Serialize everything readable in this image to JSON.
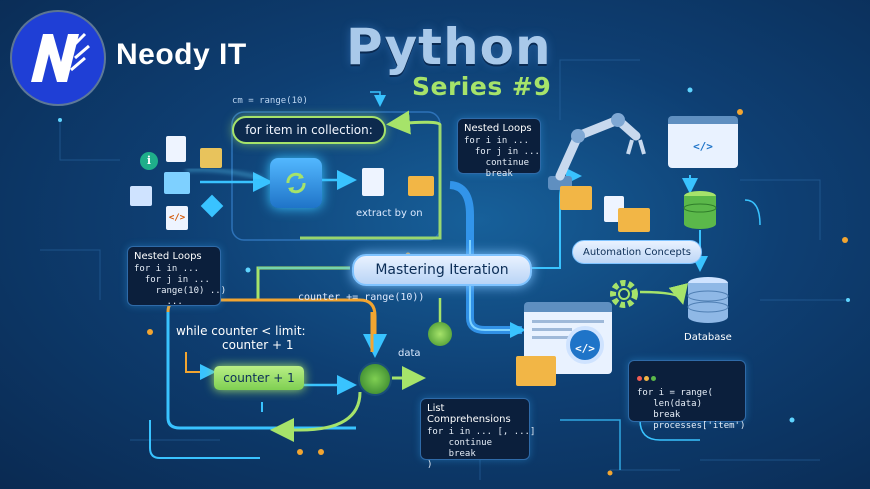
{
  "brand": {
    "name": "Neody IT",
    "logo_letter": "N"
  },
  "header": {
    "title": "Python",
    "subtitle": "Series #9"
  },
  "top_snippet": "cm = range(10)",
  "for_box": {
    "label": "for item in collection:",
    "caption": "extract by on"
  },
  "nested_top": {
    "title": "Nested Loops",
    "lines": "for i in ...\n  for j in ...\n    continue\n    break"
  },
  "nested_left": {
    "title": "Nested Loops",
    "lines": "for i in ...\n  for j in ...\n    range(10) ..)\n      ..."
  },
  "center_label": "Mastering Iteration",
  "automation_label": "Automation Concepts",
  "counter_snippet": "counter += range(10))",
  "while_box": {
    "label": "while counter < limit:",
    "line2": "counter + 1",
    "pill": "counter + 1",
    "out_label": "data"
  },
  "list_comp": {
    "title": "List Comprehensions",
    "lines": "for i in ... [, ...]\n    continue\n    break\n)"
  },
  "database_label": "Database",
  "range_code": {
    "lines": "for i = range(\n   len(data)\n   break\n   processes['item')"
  },
  "colors": {
    "accent_green": "#a6e36a",
    "accent_cyan": "#39c3ff",
    "bg_dark": "#0a2a52",
    "logo_blue": "#1f3fd6"
  },
  "icons": [
    "cycle-icon",
    "document-icon",
    "folder-icon",
    "robot-arm-icon",
    "code-magnifier-icon",
    "database-icon",
    "gear-icon",
    "image-icon",
    "info-icon"
  ]
}
